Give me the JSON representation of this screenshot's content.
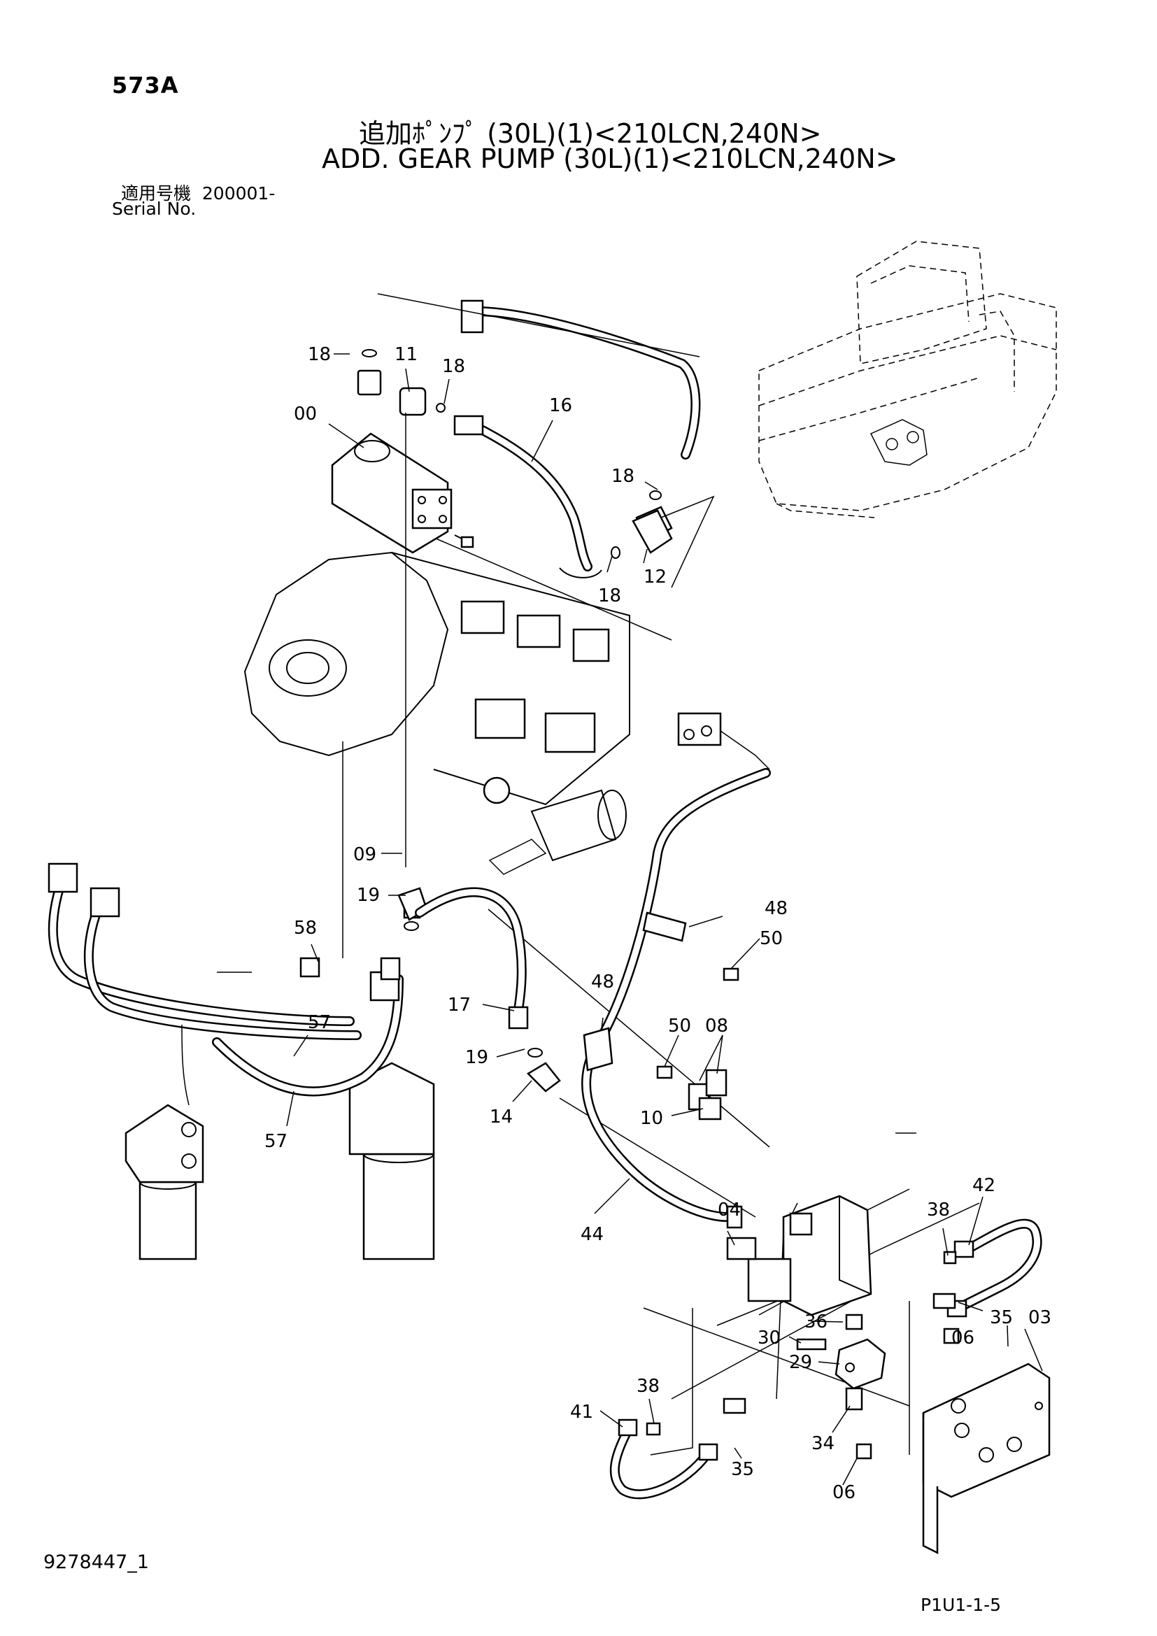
{
  "header": {
    "page_code": "573A",
    "title_jp": "追加ﾎﾟﾝﾌﾟ (30L)(1)<210LCN,240N>",
    "title_en": "ADD. GEAR PUMP (30L)(1)<210LCN,240N>",
    "serial_label_jp": "適用号機  200001-",
    "serial_label_en": "Serial No."
  },
  "footer": {
    "doc_number": "9278447_1",
    "page_ref": "P1U1-1-5"
  },
  "callouts": {
    "c00": "00",
    "c03": "03",
    "c04": "04",
    "c06a": "06",
    "c06b": "06",
    "c08": "08",
    "c09": "09",
    "c10": "10",
    "c11": "11",
    "c12": "12",
    "c14": "14",
    "c16": "16",
    "c17": "17",
    "c18a": "18",
    "c18b": "18",
    "c18c": "18",
    "c18d": "18",
    "c19a": "19",
    "c19b": "19",
    "c29": "29",
    "c30": "30",
    "c34": "34",
    "c35a": "35",
    "c35b": "35",
    "c36": "36",
    "c38a": "38",
    "c38b": "38",
    "c41": "41",
    "c42": "42",
    "c44": "44",
    "c48a": "48",
    "c48b": "48",
    "c50a": "50",
    "c50b": "50",
    "c57a": "57",
    "c57b": "57",
    "c58": "58"
  }
}
